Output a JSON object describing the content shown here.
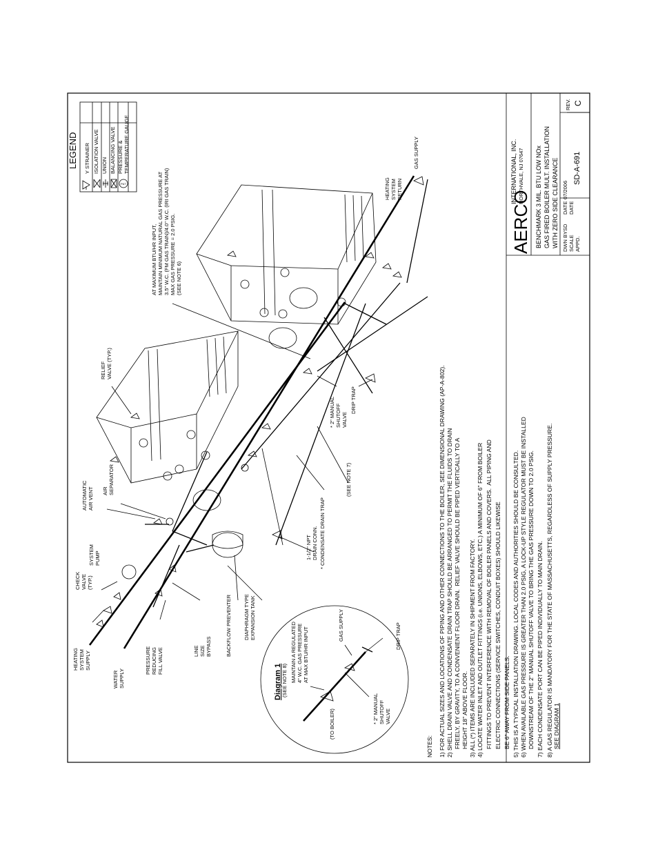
{
  "title_block": {
    "company": "AERCO",
    "company_name": "INTERNATIONAL, INC.",
    "company_address": "NORTHVALE, NJ  07647",
    "description": [
      "BENCHMARK 3 MIL. BTU LOW NOx",
      "GAS FIRED BOILER MULT. INSTALLATION",
      "WITH ZERO SIDE CLEARANCE"
    ],
    "dwn_by_label": "DWN BY",
    "dwn_by": "SD",
    "date_label": "DATE",
    "date_value": "07/2006",
    "scale_label": "SCALE",
    "appd_label": "APPD.",
    "drawing_number": "SD-A-691",
    "rev_label": "REV.",
    "rev": "C"
  },
  "legend": {
    "title": "LEGEND",
    "items": [
      {
        "symbol": "y-strainer",
        "label": "Y STRAINER"
      },
      {
        "symbol": "isolation-valve",
        "label": "ISOLATION VALVE"
      },
      {
        "symbol": "union",
        "label": "UNION"
      },
      {
        "symbol": "balancing-valve",
        "label": "BALANCING VALVE"
      },
      {
        "symbol": "gauge",
        "label": "PRESSURE &",
        "label2": "TEMPERATURE GAUGE"
      }
    ],
    "gauge_text": "P&T"
  },
  "callouts": {
    "heating_system_supply": [
      "HEATING",
      "SYSTEM",
      "SUPPLY"
    ],
    "water_supply": [
      "WATER",
      "SUPPLY"
    ],
    "check_valve": [
      "CHECK",
      "VALVE",
      "(TYP.)"
    ],
    "system_pump": [
      "SYSTEM",
      "PUMP"
    ],
    "automatic_air_vent": [
      "AUTOMATIC",
      "AIR VENT"
    ],
    "air_separator": [
      "AIR",
      "SEPARATOR"
    ],
    "relief_valve": [
      "RELIEF",
      "VALVE (TYP.)"
    ],
    "pressure_reducing": [
      "PRESSURE",
      "REDUCING",
      "FILL VALVE"
    ],
    "line_size_bypass": [
      "LINE",
      "SIZE",
      "BYPASS"
    ],
    "backflow_preventer": "BACKFLOW PREVENTER",
    "diaphragm_tank": [
      "DIAPHRAGM TYPE",
      "EXPANSION TANK"
    ],
    "drain_conn": [
      "1-1/2\" NPT",
      "DRAIN CONN."
    ],
    "condensate_trap": "* CONDENSATE DRAIN TRAP",
    "see_note7": "(SEE NOTE 7)",
    "manual_shutoff": [
      "* 2\" MANUAL",
      "SHUTOFF",
      "VALVE"
    ],
    "drip_trap": "DRIP TRAP",
    "heating_system_return": [
      "HEATING",
      "SYSTEM",
      "RETURN"
    ],
    "gas_supply": "GAS SUPPLY",
    "gas_pressure_note": [
      "AT MAXIMUM BTU/HR INPUT,",
      "MAINTAIN MINIMUM NATURAL GAS PRESSURE AT",
      "3.5\" W.C. (FM GAS TRAIN)/4.0\" W.C. (IRI GAS TRAIN)",
      "MAX GAS PRESSURE = 2.0 PSIG.",
      "(SEE NOTE 6)"
    ]
  },
  "diagram1": {
    "title": "Diagram 1",
    "subtitle": "(SEE NOTE 8)",
    "maintain": [
      "MAINTAIN A REGULATED",
      "4\" W.C. GAS PRESSURE",
      "AT MAX BTU/HR INPUT"
    ],
    "gas_supply": "GAS SUPPLY",
    "drip_trap": "DRIP TRAP",
    "to_boiler": "(TO BOILER)",
    "manual_valve": [
      "* 2\" MANUAL",
      "SHUTOFF",
      "VALVE"
    ]
  },
  "notes": {
    "header": "NOTES:",
    "lines": [
      "1) FOR ACTUAL SIZES AND LOCATIONS OF PIPING AND OTHER CONNECTIONS TO THE BOILER, SEE DIMENSIONAL DRAWING (AP-A-802).",
      "2) SHELL DRAIN VALVE AND CONDENSATE DRAIN TRAP SHOULD BE ARRANGED TO PERMIT THE FLUIDS TO DRAIN",
      "     FREELY, BY GRAVITY, TO A CONVENIENT FLOOR DRAIN.  RELIEF VALVE SHOULD BE PIPED VERTICALLY TO A",
      "     HEIGHT 18\" ABOVE FLOOR.",
      "3) ALL (*) ITEMS ARE INCLUDED SEPARATELY IN SHIPMENT FROM FACTORY.",
      "4) LOCATE WATER INLET AND OUTLET FITTINGS (i.e. UNIONS, ELBOWS, ETC.) A MINIMUM OF 6\" FROM BOILER",
      "     FITTINGS TO PREVENT INTERFERENCE WITH REMOVAL OF BOILER PANELS AND COVERS.  ALL PIPING AND",
      "     ELECTRIC CONNECTIONS (SERVICE SWITCHES, CONDUIT BOXES) SHOULD LIKEWISE",
      "     BE 6\" AWAY FROM SIDE PANELS.",
      "5) THIS IS A TYPICAL INSTALLATION DRAWING.  LOCAL CODES AND AUTHORITIES SHOULD BE CONSULTED.",
      "6) WHEN AVAILABLE GAS PRESSURE IS GREATER THAN 2.0 PSIG, A LOCK-UP STYLE REGULATOR MUST BE INSTALLED",
      "     DOWNSTREAM OF THE 2\" MANUAL SHUTOFF VALVE TO BRING THE GAS PRESSURE DOWN TO 2.0 PSIG.",
      "7) EACH CONDENSATE PORT CAN BE PIPED INDIVIDUALLY TO MAIN DRAIN.",
      "8) A GAS REGULATOR IS MANDATORY FOR THE STATE OF MASSACHUSETTS, REGARDLESS OF SUPPLY PRESSURE."
    ],
    "link": "SEE DIAGRAM 1"
  }
}
